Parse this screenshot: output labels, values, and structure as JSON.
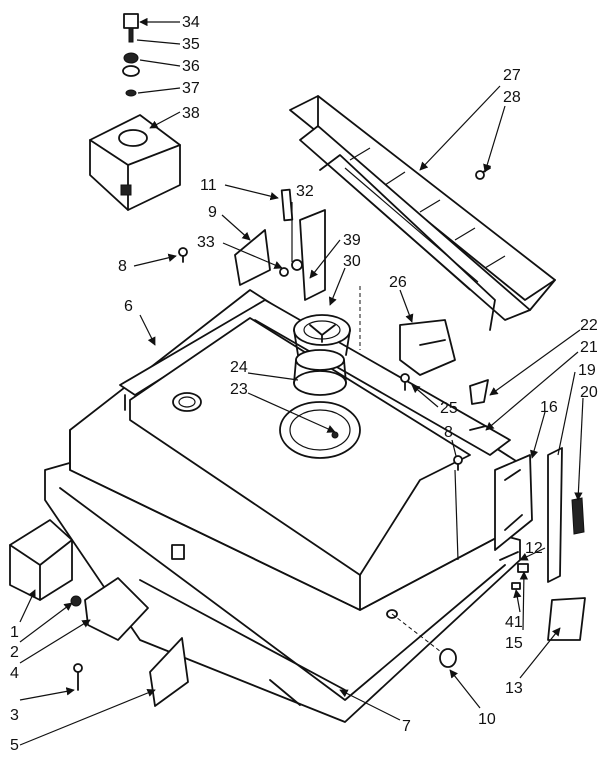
{
  "callouts": {
    "c34": "34",
    "c35": "35",
    "c36": "36",
    "c37": "37",
    "c38": "38",
    "c27": "27",
    "c28": "28",
    "c11": "11",
    "c32": "32",
    "c9": "9",
    "c33": "33",
    "c39": "39",
    "c30": "30",
    "c8a": "8",
    "c8b": "8",
    "c26": "26",
    "c6": "6",
    "c22": "22",
    "c21": "21",
    "c19": "19",
    "c20": "20",
    "c24": "24",
    "c23": "23",
    "c25": "25",
    "c16": "16",
    "c12": "12",
    "c41": "41",
    "c15": "15",
    "c13": "13",
    "c1": "1",
    "c2": "2",
    "c4": "4",
    "c3": "3",
    "c5": "5",
    "c7": "7",
    "c10": "10"
  }
}
